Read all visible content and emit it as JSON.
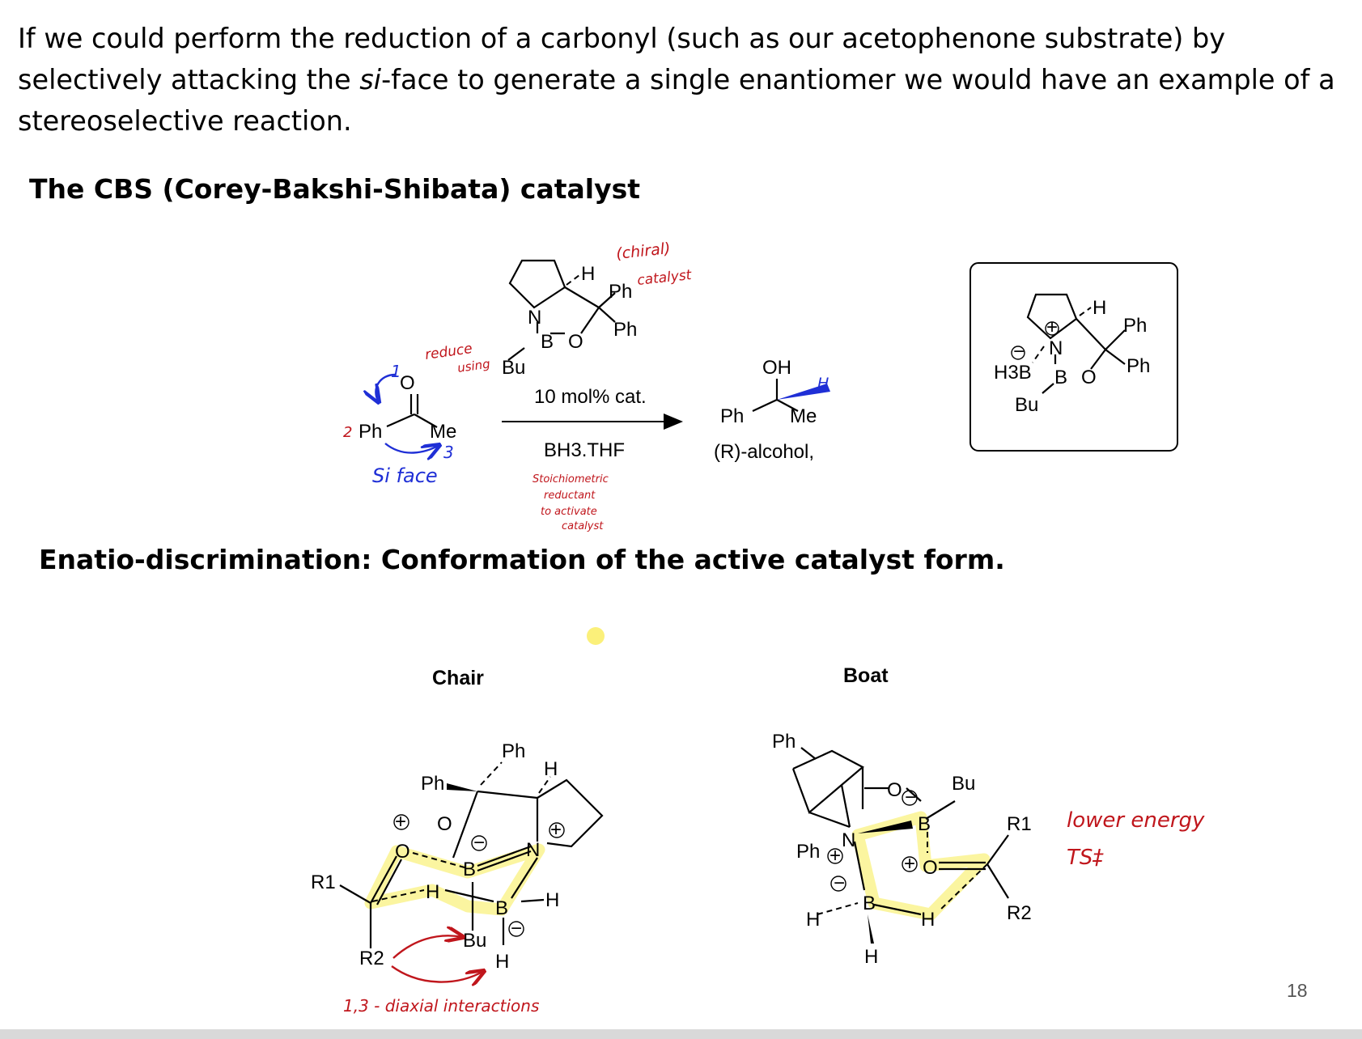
{
  "intro": {
    "line_a": "If we could perform the reduction of a carbonyl (such as our acetophenone substrate) by selectively attacking the ",
    "si": "si",
    "line_b": "-face to generate a single enantiomer we would have an example of a stereoselective reaction."
  },
  "heading_cbs": "The CBS (Corey-Bakshi-Shibata) catalyst",
  "heading_enantio": "Enatio-discrimination: Conformation of the active catalyst form.",
  "labels": {
    "chair": "Chair",
    "boat": "Boat"
  },
  "reaction": {
    "conditions_top": "10 mol% cat.",
    "conditions_bottom": "BH3.THF",
    "product_name": "(R)-alcohol,"
  },
  "atoms": {
    "N": "N",
    "B": "B",
    "O": "O",
    "H": "H",
    "Ph": "Ph",
    "Me": "Me",
    "Bu": "Bu",
    "OH": "OH",
    "H3B": "H3B",
    "R1": "R1",
    "R2": "R2",
    "plus": "+",
    "minus": "−"
  },
  "annotations": {
    "chiral": "(chiral)",
    "catalyst": "catalyst",
    "reduce": "reduce",
    "using": "using",
    "stoich_1": "Stoichiometric",
    "stoich_2": "reductant",
    "stoich_3": "to activate",
    "stoich_4": "catalyst",
    "si_face": "Si face",
    "num_1": "1",
    "num_2": "2",
    "num_3": "3",
    "blue_h": "H",
    "diaxial": "1,3 - diaxial interactions",
    "lower_1": "lower energy",
    "lower_2": "TS‡"
  },
  "page_number": "18",
  "colors": {
    "annotation_red": "#c0161c",
    "annotation_blue": "#1f2fd6",
    "highlight": "#fbf5a0",
    "dot": "#fbf07a"
  }
}
